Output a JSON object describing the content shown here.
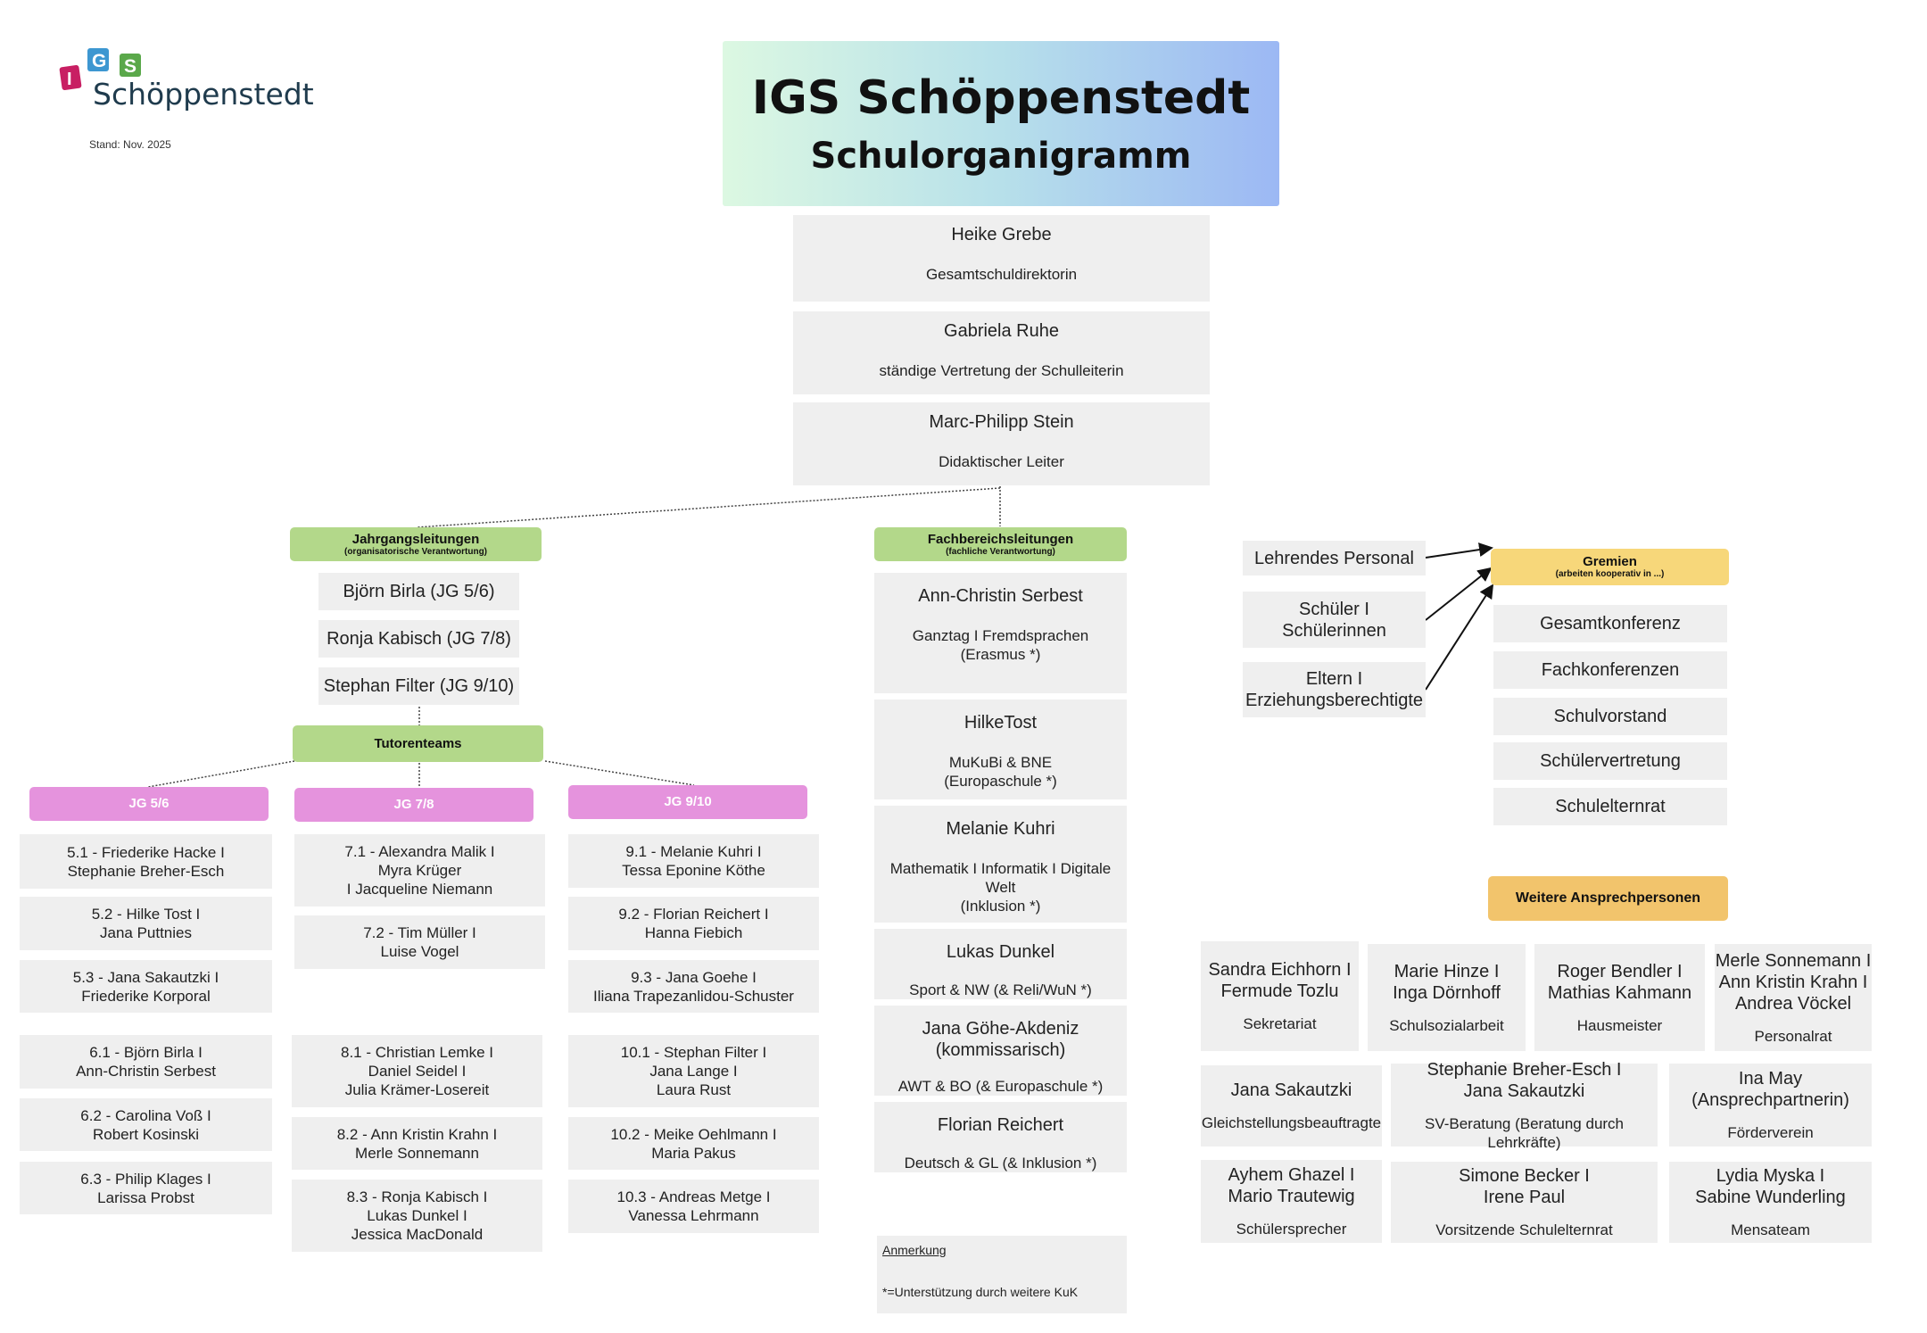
{
  "header": {
    "logo_letters": [
      "I",
      "G",
      "S"
    ],
    "logo_text": "Schöppenstedt",
    "stand": "Stand: Nov. 2025",
    "title": "IGS Schöppenstedt",
    "subtitle": "Schulorganigramm"
  },
  "leadership": [
    {
      "name": "Heike Grebe",
      "role": "Gesamtschuldirektorin"
    },
    {
      "name": "Gabriela Ruhe",
      "role": "ständige Vertretung der Schulleiterin"
    },
    {
      "name": "Marc-Philipp Stein",
      "role": "Didaktischer Leiter"
    }
  ],
  "jahrgang": {
    "title": "Jahrgangsleitungen",
    "subtitle": "(organisatorische Verantwortung)",
    "items": [
      "Björn Birla (JG 5/6)",
      "Ronja Kabisch (JG 7/8)",
      "Stephan Filter (JG 9/10)"
    ]
  },
  "tutoren": {
    "title": "Tutorenteams",
    "groups": [
      {
        "label": "JG 5/6",
        "classes": [
          "5.1 - Friederike Hacke I\nStephanie Breher-Esch",
          "5.2 - Hilke Tost I\nJana Puttnies",
          "5.3 - Jana Sakautzki I\nFriederike Korporal",
          "6.1 - Björn Birla I\nAnn-Christin Serbest",
          "6.2 - Carolina Voß I\nRobert Kosinski",
          "6.3 - Philip Klages I\nLarissa Probst"
        ]
      },
      {
        "label": "JG 7/8",
        "classes": [
          "7.1 - Alexandra Malik I\nMyra Krüger\nI Jacqueline Niemann",
          "7.2 - Tim Müller I\nLuise Vogel",
          "8.1 - Christian Lemke I\nDaniel Seidel I\nJulia Krämer-Losereit",
          "8.2 - Ann Kristin Krahn I\nMerle Sonnemann",
          "8.3 - Ronja Kabisch I\nLukas Dunkel I\nJessica MacDonald"
        ]
      },
      {
        "label": "JG 9/10",
        "classes": [
          "9.1 - Melanie Kuhri I\nTessa Eponine Köthe",
          "9.2 - Florian Reichert I\nHanna Fiebich",
          "9.3 - Jana Goehe I\nIliana Trapezanlidou-Schuster",
          "10.1 - Stephan Filter I\nJana Lange I\nLaura Rust",
          "10.2 - Meike Oehlmann I\nMaria Pakus",
          "10.3 - Andreas Metge I\nVanessa Lehrmann"
        ]
      }
    ]
  },
  "fach": {
    "title": "Fachbereichsleitungen",
    "subtitle": "(fachliche Verantwortung)",
    "items": [
      {
        "name": "Ann-Christin Serbest",
        "subject": "Ganztag I Fremdsprachen\n(Erasmus *)"
      },
      {
        "name": "HilkeTost",
        "subject": "MuKuBi & BNE\n(Europaschule *)"
      },
      {
        "name": "Melanie Kuhri",
        "subject": "Mathematik I Informatik I Digitale\nWelt\n(Inklusion *)"
      },
      {
        "name": "Lukas Dunkel",
        "subject": "Sport & NW (& Reli/WuN *)"
      },
      {
        "name": "Jana Göhe-Akdeniz\n(kommissarisch)",
        "subject": "AWT & BO (& Europaschule *)"
      },
      {
        "name": "Florian Reichert",
        "subject": "Deutsch & GL (& Inklusion *)"
      }
    ]
  },
  "note": {
    "title": "Anmerkung",
    "text": "*=Unterstützung durch weitere KuK"
  },
  "gremien": {
    "sources": [
      "Lehrendes Personal",
      "Schüler I\nSchülerinnen",
      "Eltern I\nErziehungsberechtigte"
    ],
    "title": "Gremien",
    "subtitle": "(arbeiten kooperativ in ...)",
    "items": [
      "Gesamtkonferenz",
      "Fachkonferenzen",
      "Schulvorstand",
      "Schülervertretung",
      "Schulelternrat"
    ]
  },
  "weitere": {
    "title": "Weitere Ansprechpersonen",
    "contacts": [
      {
        "names": "Sandra Eichhorn I\nFermude Tozlu",
        "role": "Sekretariat"
      },
      {
        "names": "Marie Hinze I\nInga Dörnhoff",
        "role": "Schulsozialarbeit"
      },
      {
        "names": "Roger Bendler I\nMathias Kahmann",
        "role": "Hausmeister"
      },
      {
        "names": "Merle Sonnemann I\nAnn Kristin Krahn I\nAndrea Vöckel",
        "role": "Personalrat"
      },
      {
        "names": "Jana Sakautzki",
        "role": "Gleichstellungsbeauftragte"
      },
      {
        "names": "Stephanie Breher-Esch I\nJana Sakautzki",
        "role": "SV-Beratung (Beratung durch Lehrkräfte)"
      },
      {
        "names": "Ina May (Ansprechpartnerin)",
        "role": "Förderverein"
      },
      {
        "names": "Ayhem Ghazel I\nMario Trautewig",
        "role": "Schülersprecher"
      },
      {
        "names": "Simone Becker I\nIrene Paul",
        "role": "Vorsitzende Schulelternrat"
      },
      {
        "names": "Lydia Myska I\nSabine Wunderling",
        "role": "Mensateam"
      }
    ]
  },
  "colors": {
    "green": "#b3d88a",
    "pink": "#e593dd",
    "yellow": "#f7d77a",
    "orange": "#f2c46c",
    "box": "#efefef"
  }
}
